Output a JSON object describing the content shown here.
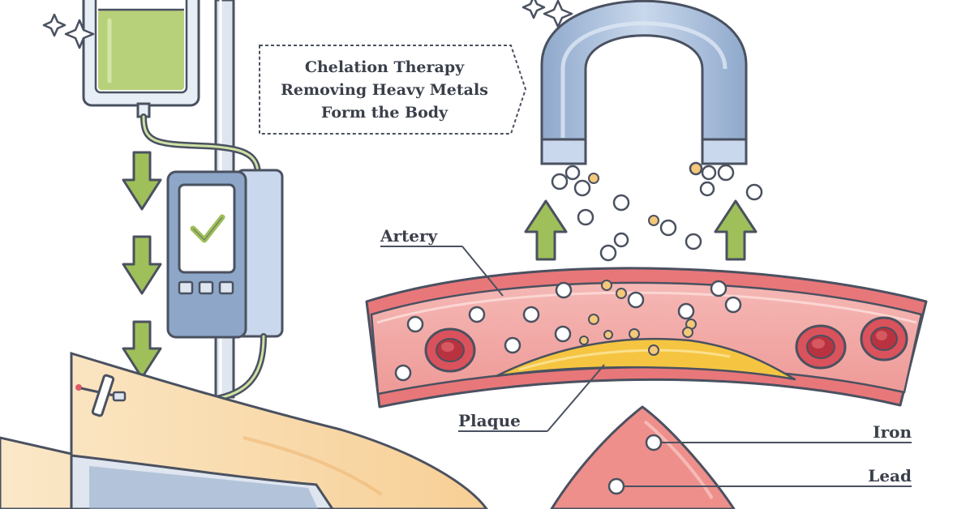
{
  "title": {
    "lines": [
      "Chelation Therapy",
      "Removing Heavy Metals",
      "Form the Body"
    ]
  },
  "labels": {
    "artery": "Artery",
    "plaque": "Plaque",
    "iron": "Iron",
    "lead": "Lead"
  },
  "colors": {
    "outline": "#4a5160",
    "iv_fluid": "#b7d07a",
    "arrow": "#9fbf5a",
    "pump_body": "#8ea7c8",
    "magnet": "#a7bdda",
    "artery_wall": "#e8777a",
    "artery_lumen": "#f3b0ae",
    "plaque": "#f5c542",
    "skin": "#f7d6a6",
    "metal_particle": "#ffffff",
    "gold_particle": "#f5c87a"
  },
  "icons": [
    "sparkle-icon",
    "check-icon",
    "down-arrow-icon",
    "up-arrow-icon"
  ]
}
